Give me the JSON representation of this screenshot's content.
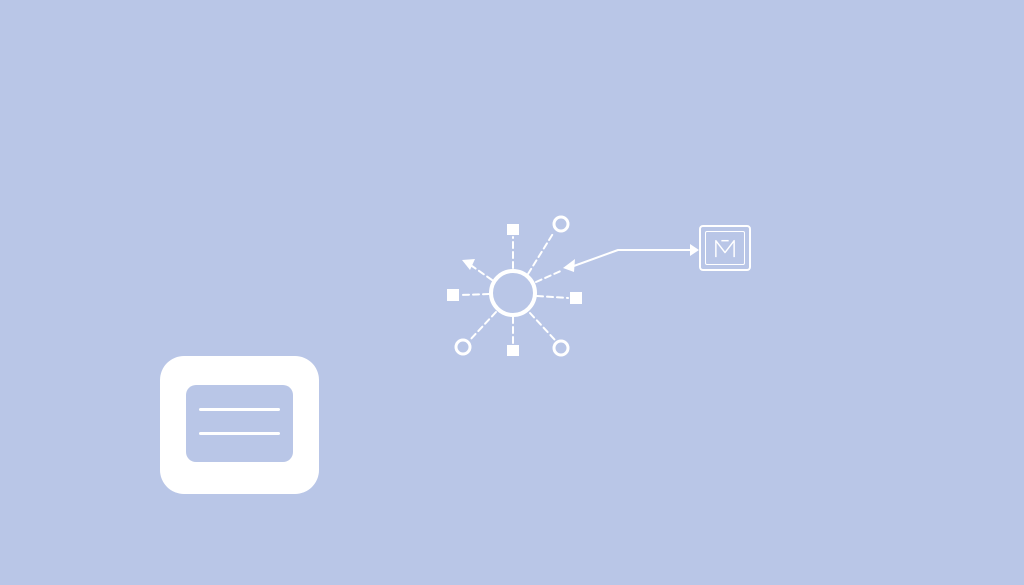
{
  "colors": {
    "background": "#b9c6e7",
    "foreground": "#ffffff"
  },
  "icons": {
    "hub": "network-hub-icon",
    "target": "mailbox-icon",
    "card": "document-card-icon"
  },
  "diagram": {
    "nodes": [
      {
        "id": "hub",
        "shape": "circle"
      },
      {
        "id": "top",
        "shape": "square"
      },
      {
        "id": "top-right",
        "shape": "circle"
      },
      {
        "id": "left",
        "shape": "square"
      },
      {
        "id": "right",
        "shape": "square"
      },
      {
        "id": "bottom-left",
        "shape": "circle"
      },
      {
        "id": "bottom",
        "shape": "square"
      },
      {
        "id": "bottom-right",
        "shape": "circle"
      },
      {
        "id": "top-left",
        "shape": "arrow-tip"
      },
      {
        "id": "target",
        "shape": "boxed-icon"
      }
    ],
    "edges": [
      {
        "from": "hub",
        "to": "top",
        "style": "dashed"
      },
      {
        "from": "hub",
        "to": "top-right",
        "style": "dashed"
      },
      {
        "from": "hub",
        "to": "left",
        "style": "dashed"
      },
      {
        "from": "hub",
        "to": "right",
        "style": "dashed"
      },
      {
        "from": "hub",
        "to": "bottom-left",
        "style": "dashed"
      },
      {
        "from": "hub",
        "to": "bottom",
        "style": "dashed"
      },
      {
        "from": "hub",
        "to": "bottom-right",
        "style": "dashed"
      },
      {
        "from": "hub",
        "to": "top-left",
        "style": "dashed",
        "arrow": true
      },
      {
        "from": "target",
        "to": "hub",
        "style": "solid",
        "arrow": "both"
      }
    ]
  }
}
